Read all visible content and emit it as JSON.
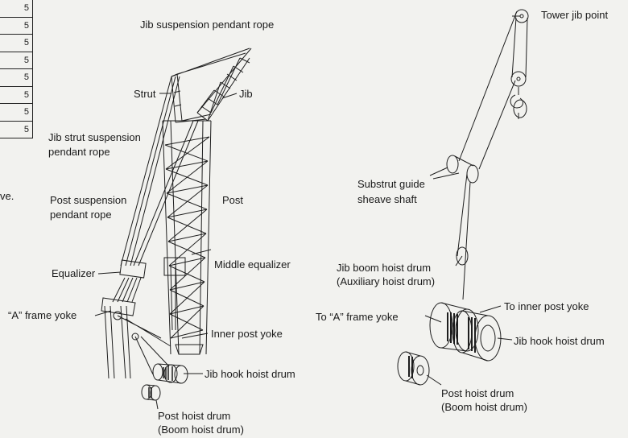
{
  "table_fragment": {
    "cells": [
      "5",
      "5",
      "5",
      "5",
      "5",
      "5",
      "5",
      "5"
    ],
    "note": "ve."
  },
  "labels": {
    "jib_suspension_pendant_rope": "Jib suspension pendant rope",
    "strut": "Strut",
    "jib": "Jib",
    "jib_strut_suspension_pendant_rope": [
      "Jib strut suspension",
      "pendant rope"
    ],
    "post_suspension_pendant_rope": [
      "Post suspension",
      "pendant rope"
    ],
    "post": "Post",
    "equalizer": "Equalizer",
    "middle_equalizer": "Middle equalizer",
    "a_frame_yoke": "“A” frame yoke",
    "inner_post_yoke": "Inner post yoke",
    "jib_hook_hoist_drum_left": "Jib hook hoist drum",
    "post_hoist_drum_left": [
      "Post hoist drum",
      "(Boom hoist drum)"
    ],
    "tower_jib_point": "Tower jib point",
    "substrut_guide_sheave_shaft": [
      "Substrut guide",
      "sheave shaft"
    ],
    "jib_boom_hoist_drum": [
      "Jib boom hoist drum",
      "(Auxiliary hoist drum)"
    ],
    "to_inner_post_yoke": "To inner post yoke",
    "to_a_frame_yoke": "To “A” frame yoke",
    "jib_hook_hoist_drum_right": "Jib hook hoist drum",
    "post_hoist_drum_right": [
      "Post hoist drum",
      "(Boom hoist drum)"
    ]
  }
}
